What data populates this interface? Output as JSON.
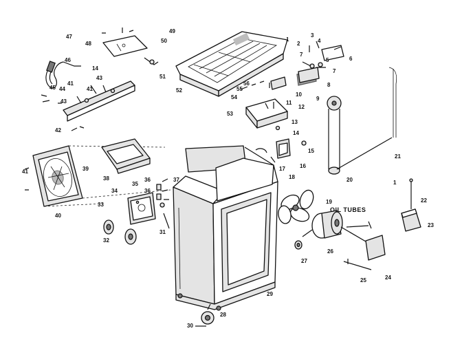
{
  "callouts": [
    {
      "id": "1",
      "text": "1"
    },
    {
      "id": "1b",
      "text": "1"
    },
    {
      "id": "2",
      "text": "2"
    },
    {
      "id": "3",
      "text": "3"
    },
    {
      "id": "4",
      "text": "4"
    },
    {
      "id": "5",
      "text": "5"
    },
    {
      "id": "6",
      "text": "6"
    },
    {
      "id": "7",
      "text": "7"
    },
    {
      "id": "7b",
      "text": "7"
    },
    {
      "id": "8",
      "text": "8"
    },
    {
      "id": "9",
      "text": "9"
    },
    {
      "id": "10",
      "text": "10"
    },
    {
      "id": "11",
      "text": "11"
    },
    {
      "id": "12",
      "text": "12"
    },
    {
      "id": "13",
      "text": "13"
    },
    {
      "id": "14",
      "text": "14"
    },
    {
      "id": "14b",
      "text": "14"
    },
    {
      "id": "15",
      "text": "15"
    },
    {
      "id": "16",
      "text": "16"
    },
    {
      "id": "17",
      "text": "17"
    },
    {
      "id": "18",
      "text": "18"
    },
    {
      "id": "19",
      "text": "19"
    },
    {
      "id": "20",
      "text": "20"
    },
    {
      "id": "21",
      "text": "21"
    },
    {
      "id": "22",
      "text": "22"
    },
    {
      "id": "23",
      "text": "23"
    },
    {
      "id": "24",
      "text": "24"
    },
    {
      "id": "25",
      "text": "25"
    },
    {
      "id": "26",
      "text": "26"
    },
    {
      "id": "27",
      "text": "27"
    },
    {
      "id": "28",
      "text": "28"
    },
    {
      "id": "29",
      "text": "29"
    },
    {
      "id": "30",
      "text": "30"
    },
    {
      "id": "31",
      "text": "31"
    },
    {
      "id": "32",
      "text": "32"
    },
    {
      "id": "33",
      "text": "33"
    },
    {
      "id": "34",
      "text": "34"
    },
    {
      "id": "35",
      "text": "35"
    },
    {
      "id": "36",
      "text": "36"
    },
    {
      "id": "36b",
      "text": "36"
    },
    {
      "id": "37",
      "text": "37"
    },
    {
      "id": "38",
      "text": "38"
    },
    {
      "id": "39",
      "text": "39"
    },
    {
      "id": "40",
      "text": "40"
    },
    {
      "id": "41",
      "text": "41"
    },
    {
      "id": "41b",
      "text": "41"
    },
    {
      "id": "41c",
      "text": "41"
    },
    {
      "id": "42",
      "text": "42"
    },
    {
      "id": "43",
      "text": "43"
    },
    {
      "id": "43b",
      "text": "43"
    },
    {
      "id": "44",
      "text": "44"
    },
    {
      "id": "45",
      "text": "45"
    },
    {
      "id": "46",
      "text": "46"
    },
    {
      "id": "47",
      "text": "47"
    },
    {
      "id": "48",
      "text": "48"
    },
    {
      "id": "49",
      "text": "49"
    },
    {
      "id": "50",
      "text": "50"
    },
    {
      "id": "51",
      "text": "51"
    },
    {
      "id": "52",
      "text": "52"
    },
    {
      "id": "53",
      "text": "53"
    },
    {
      "id": "54",
      "text": "54"
    },
    {
      "id": "55",
      "text": "55"
    },
    {
      "id": "56",
      "text": "56"
    }
  ],
  "oil_tubes_label": "OIL TUBES"
}
